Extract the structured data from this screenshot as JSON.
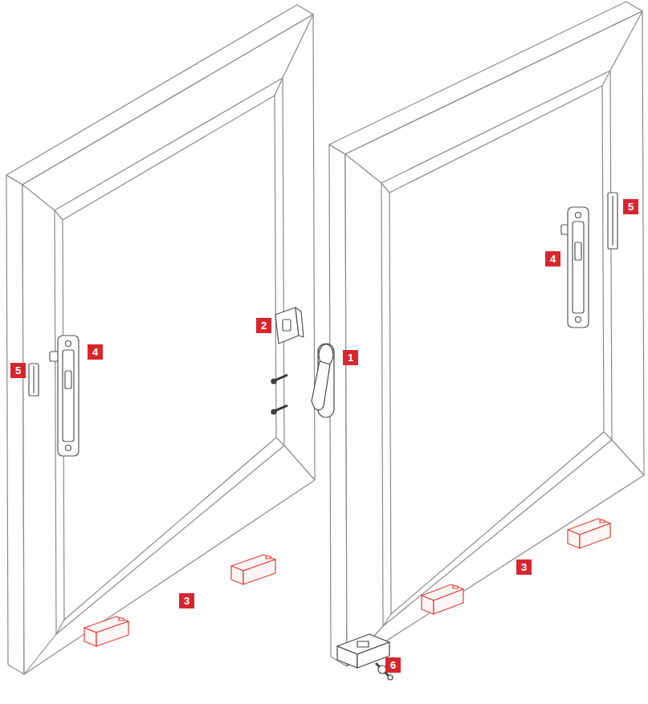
{
  "diagram": {
    "labels": [
      "5",
      "4",
      "2",
      "4",
      "1",
      "5",
      "3",
      "3",
      "6"
    ]
  }
}
